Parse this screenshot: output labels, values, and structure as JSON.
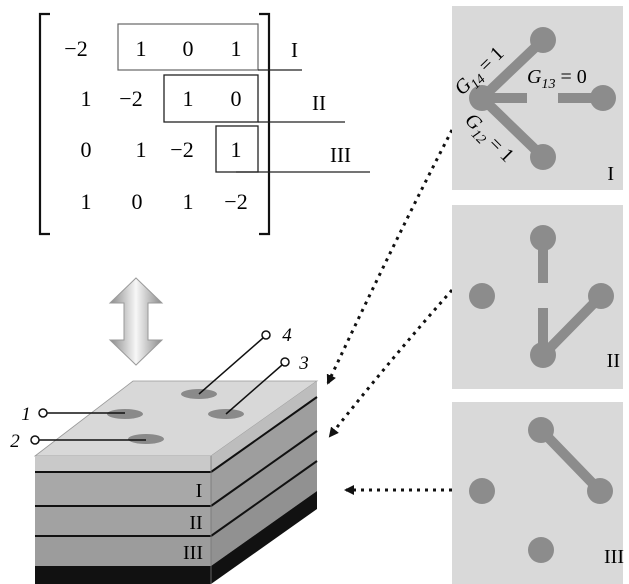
{
  "matrix": {
    "rows": [
      [
        "−2",
        "1",
        "0",
        "1"
      ],
      [
        "1",
        "−2",
        "1",
        "0"
      ],
      [
        "0",
        "1",
        "−2",
        "1"
      ],
      [
        "1",
        "0",
        "1",
        "−2"
      ]
    ],
    "row_labels": [
      "I",
      "II",
      "III"
    ]
  },
  "stack": {
    "layer_labels": [
      "I",
      "II",
      "III"
    ],
    "electrode_labels": [
      "1",
      "2",
      "3",
      "4"
    ]
  },
  "panels": [
    {
      "label": "I",
      "edge_labels": {
        "g14_base": "G",
        "g14_sub": "14",
        "g14_rest": " = 1",
        "g13_base": "G",
        "g13_sub": "13",
        "g13_rest": " = 0",
        "g12_base": "G",
        "g12_sub": "12",
        "g12_rest": " = 1"
      }
    },
    {
      "label": "II"
    },
    {
      "label": "III"
    }
  ],
  "colors": {
    "panel_bg": "#d9d9d9",
    "node": "#8c8c8c",
    "layer_light": "#c8c8c8",
    "layer_mid": "#9a9a9a",
    "substrate": "#111111",
    "arrow_light": "#f5f5f5",
    "arrow_dark": "#8a8a8a"
  }
}
